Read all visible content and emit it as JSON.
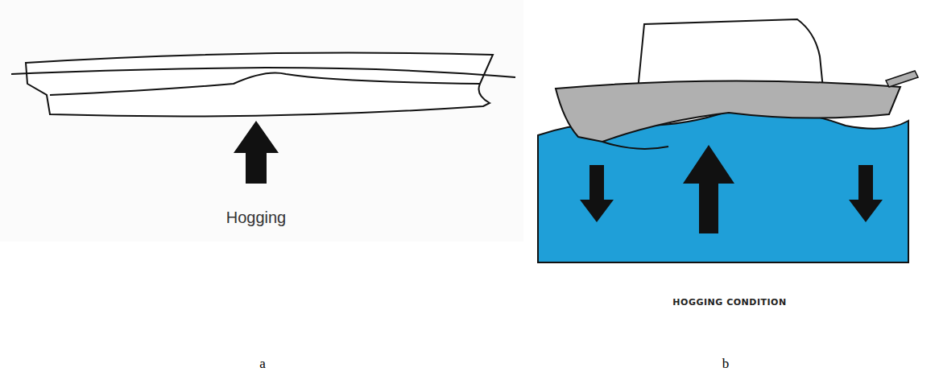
{
  "diagram": {
    "labels": [
      "Hogging",
      "HOGGING CONDITION",
      "a",
      "b"
    ]
  }
}
